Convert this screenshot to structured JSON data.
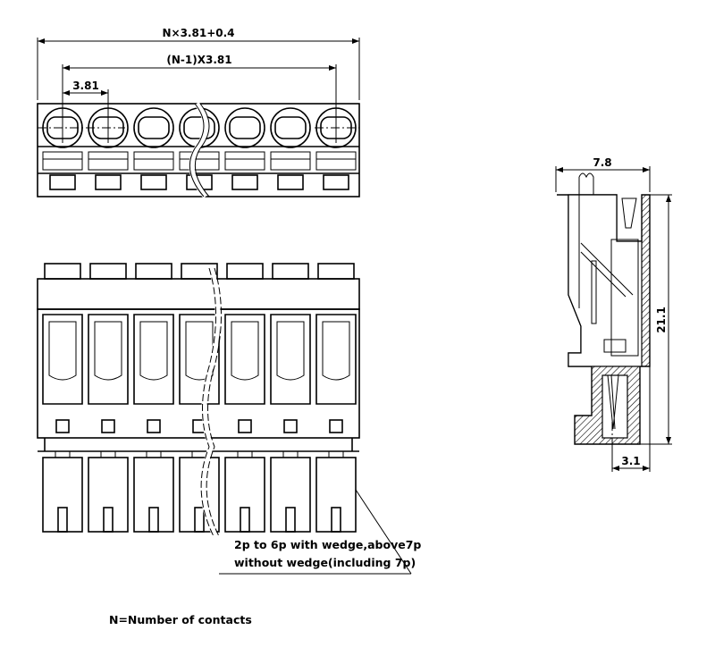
{
  "dimensions": {
    "overall_length": "N×3.81+0.4",
    "pitch_span": "(N-1)X3.81",
    "pitch": "3.81",
    "side_width": "7.8",
    "side_height": "21.1",
    "pin_offset": "3.1"
  },
  "notes": {
    "wedge_line1": "2p to 6p with wedge,above7p",
    "wedge_line2": "without wedge(including 7p)",
    "legend": "N=Number of contacts"
  },
  "drawing": {
    "positions_shown": 7,
    "line_color": "#000000"
  }
}
